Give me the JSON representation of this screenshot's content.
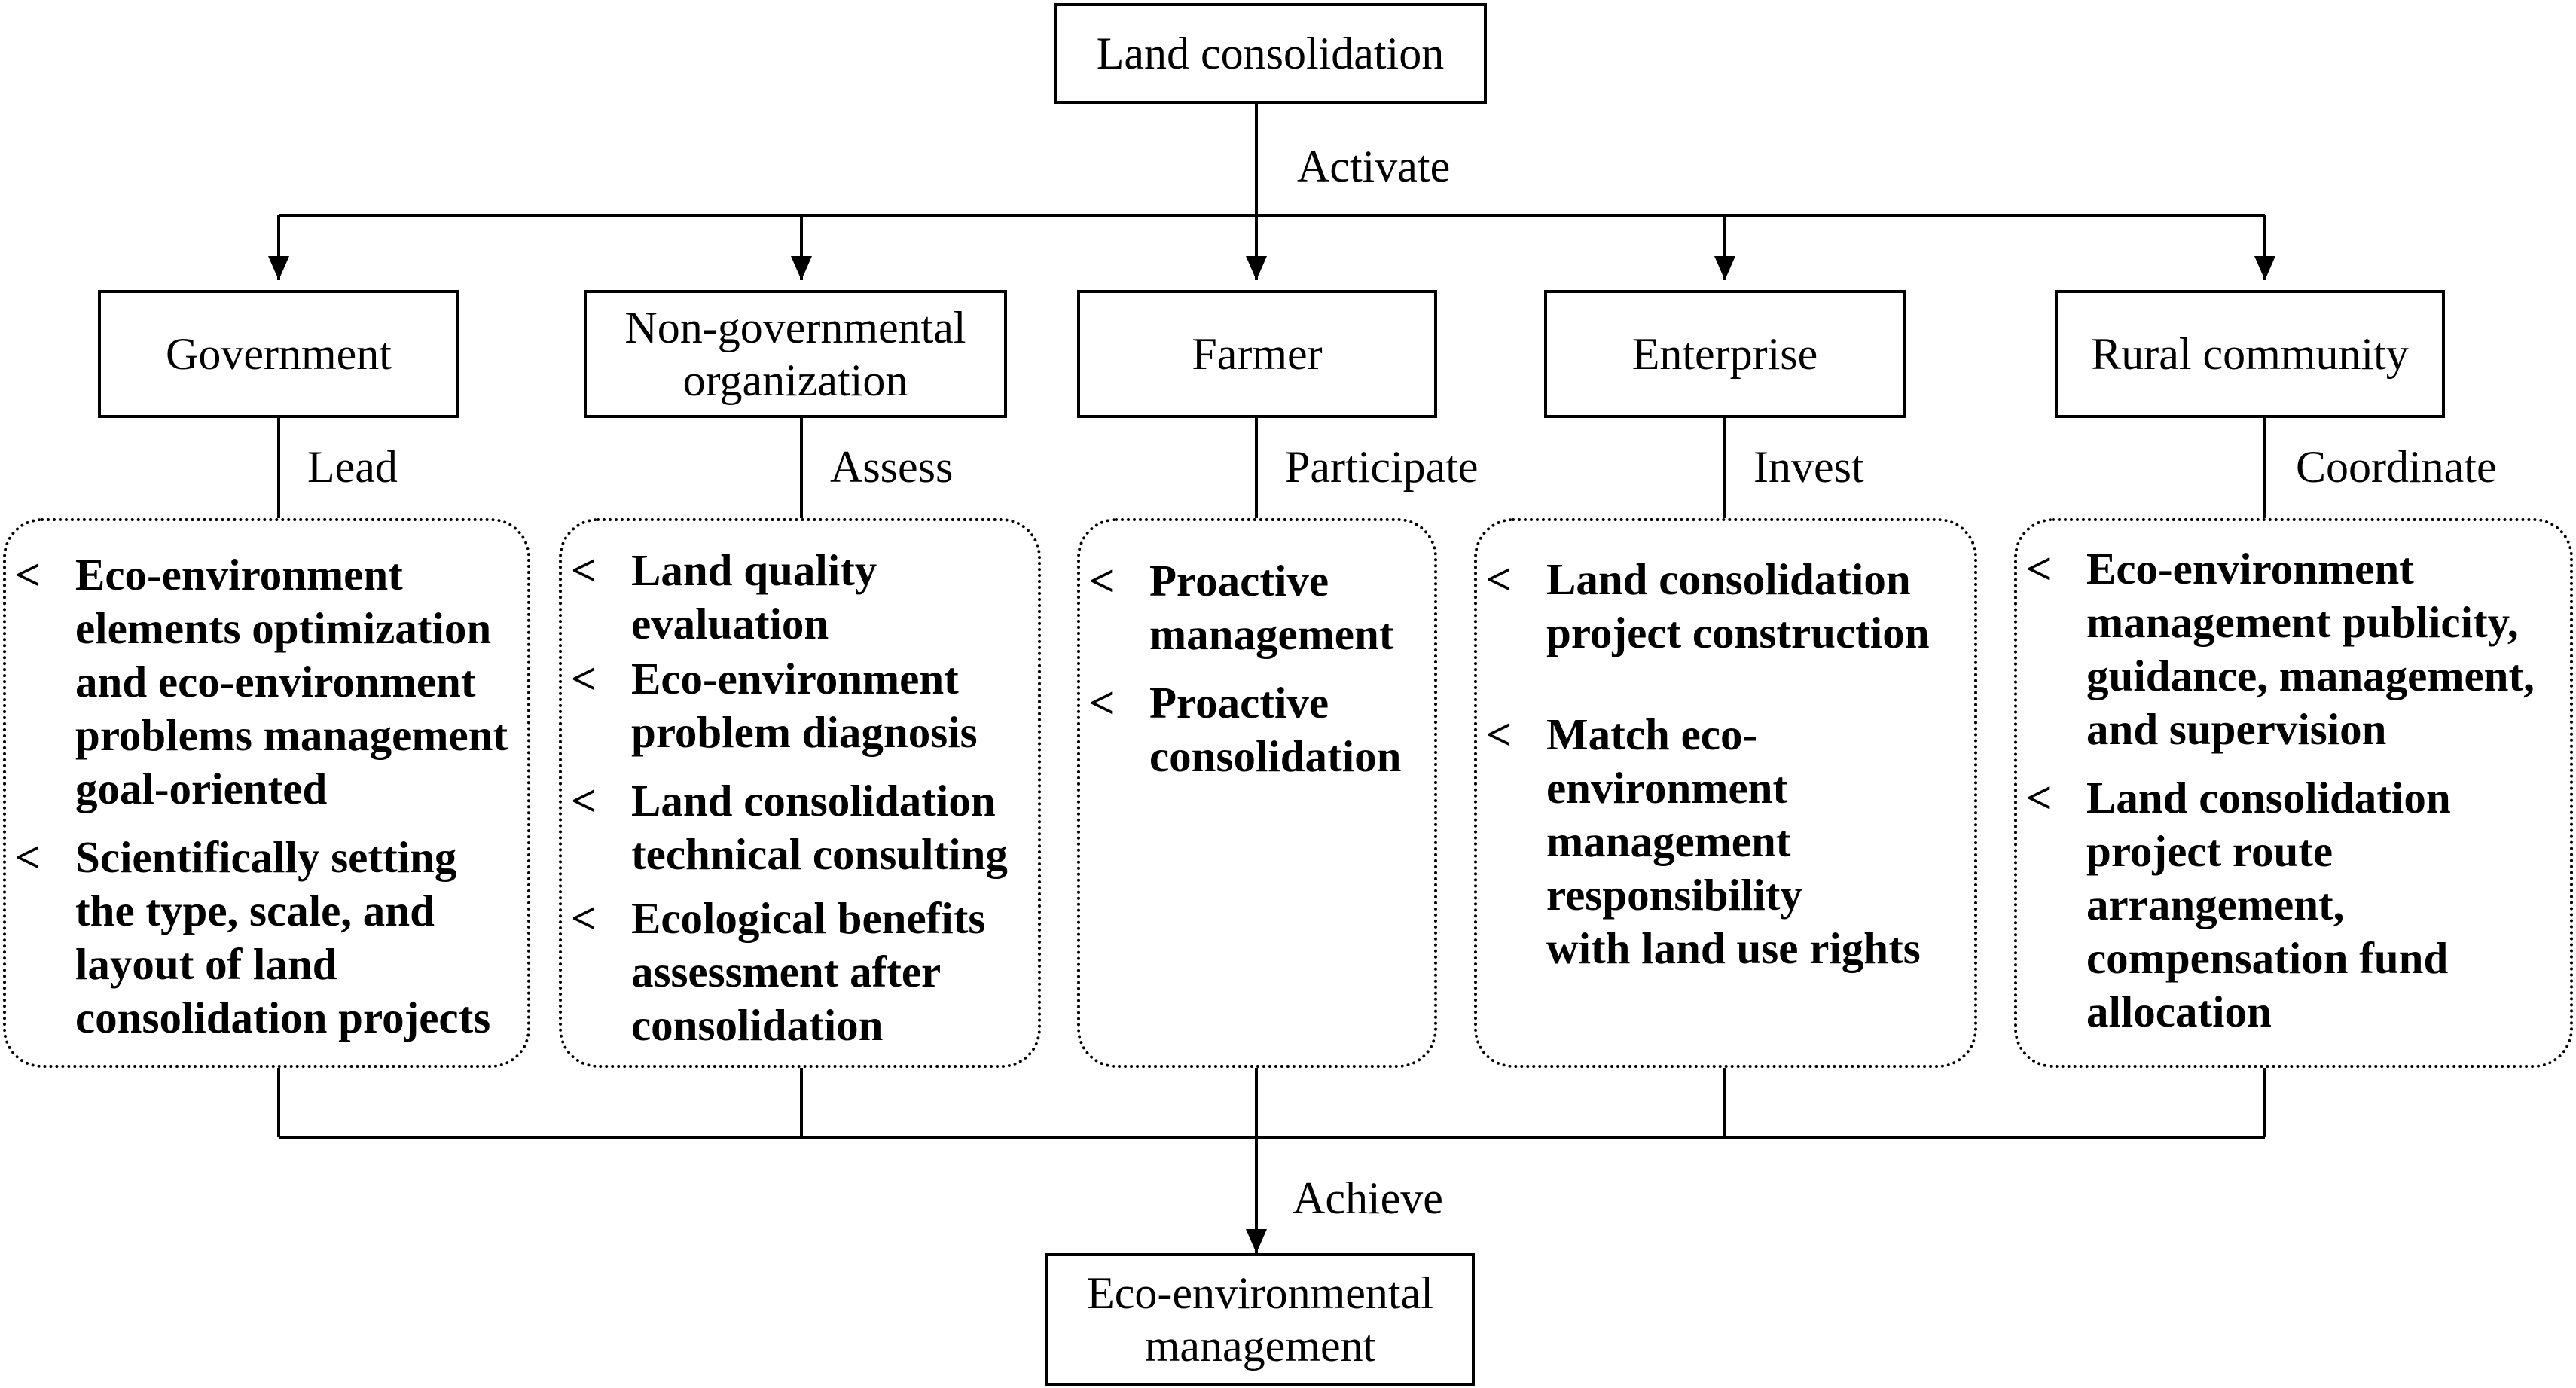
{
  "top_node": "Land consolidation",
  "bottom_node": "Eco-environmental\nmanagement",
  "edge_activate": "Activate",
  "edge_achieve": "Achieve",
  "bullet_icon": "arrow-left-bullet-icon",
  "bullet_glyph": "<",
  "actors": [
    {
      "name": "Government",
      "role": "Lead",
      "items": [
        "Eco-environment\nelements optimization\nand eco-environment\nproblems management\ngoal-oriented",
        "Scientifically setting\nthe type, scale, and\nlayout of land\nconsolidation projects"
      ]
    },
    {
      "name": "Non-governmental\norganization",
      "role": "Assess",
      "items": [
        "Land quality\nevaluation",
        "Eco-environment\nproblem diagnosis",
        "Land consolidation\ntechnical consulting",
        "Ecological benefits\nassessment after\nconsolidation"
      ]
    },
    {
      "name": "Farmer",
      "role": "Participate",
      "items": [
        "Proactive\nmanagement",
        "Proactive\nconsolidation"
      ]
    },
    {
      "name": "Enterprise",
      "role": "Invest",
      "items": [
        "Land consolidation\nproject construction",
        "Match eco-\nenvironment\nmanagement\nresponsibility\nwith land use rights"
      ]
    },
    {
      "name": "Rural community",
      "role": "Coordinate",
      "items": [
        "Eco-environment\nmanagement publicity,\nguidance, management,\nand supervision",
        "Land consolidation\nproject route\narrangement,\ncompensation fund\nallocation"
      ]
    }
  ]
}
